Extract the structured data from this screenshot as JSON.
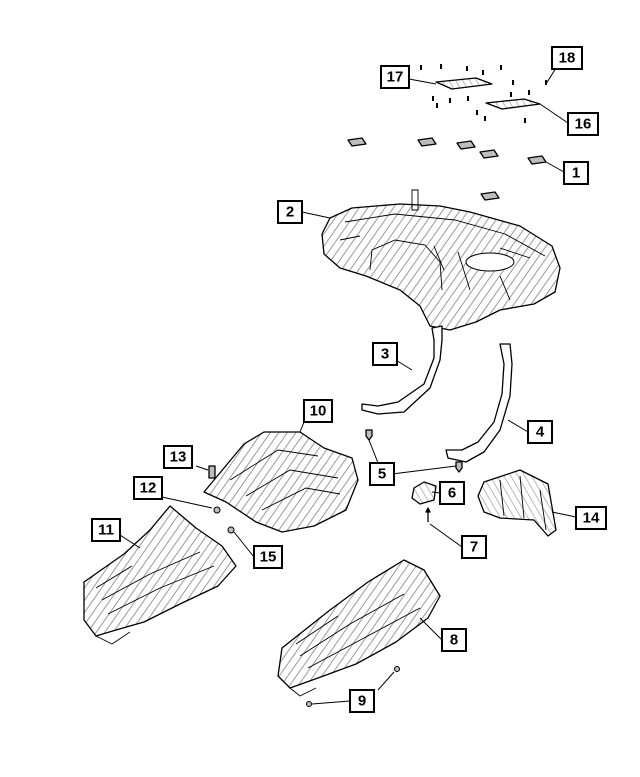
{
  "callouts": [
    {
      "id": "1",
      "label": "1"
    },
    {
      "id": "2",
      "label": "2"
    },
    {
      "id": "3",
      "label": "3"
    },
    {
      "id": "4",
      "label": "4"
    },
    {
      "id": "5",
      "label": "5"
    },
    {
      "id": "6",
      "label": "6"
    },
    {
      "id": "7",
      "label": "7"
    },
    {
      "id": "8",
      "label": "8"
    },
    {
      "id": "9",
      "label": "9"
    },
    {
      "id": "10",
      "label": "10"
    },
    {
      "id": "11",
      "label": "11"
    },
    {
      "id": "12",
      "label": "12"
    },
    {
      "id": "13",
      "label": "13"
    },
    {
      "id": "14",
      "label": "14"
    },
    {
      "id": "15",
      "label": "15"
    },
    {
      "id": "16",
      "label": "16"
    },
    {
      "id": "17",
      "label": "17"
    },
    {
      "id": "18",
      "label": "18"
    }
  ],
  "colors": {
    "line": "#000000",
    "part_fill": "#ffffff",
    "part_shade": "#c8c8c8",
    "background": "#ffffff"
  }
}
